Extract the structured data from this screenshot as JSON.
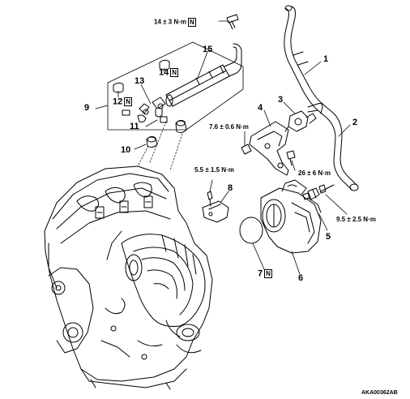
{
  "diagram": {
    "part_numbers": {
      "p1": "1",
      "p2": "2",
      "p3": "3",
      "p4": "4",
      "p5": "5",
      "p6": "6",
      "p7": "7",
      "p8": "8",
      "p9": "9",
      "p10": "10",
      "p11": "11",
      "p12": "12",
      "p13": "13",
      "p14": "14",
      "p15": "15"
    },
    "torque_specs": {
      "t_top": "14 ± 3 N·m",
      "t_bracket": "7.6 ± 0.6 N·m",
      "t_sensor": "5.5 ± 1.5 N·m",
      "t_bolt26": "26 ± 6 N·m",
      "t_bolt95": "9.5 ± 2.5 N·m"
    },
    "new_part_mark": "N",
    "figure_code": "AKA00362AB"
  }
}
